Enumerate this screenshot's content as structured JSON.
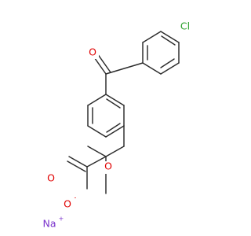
{
  "molecule": {
    "atoms": {
      "chlorine": {
        "text": "Cl",
        "color": "#2ca02c"
      },
      "ketone_oxygen": {
        "text": "O",
        "color": "#e00000"
      },
      "ether_oxygen": {
        "text": "O",
        "color": "#e00000"
      },
      "carbonyl_oxygen": {
        "text": "O",
        "color": "#e00000"
      },
      "anionic_oxygen": {
        "text": "O",
        "charge": "-",
        "color": "#e00000"
      },
      "sodium": {
        "text": "Na",
        "charge": "+",
        "color": "#7a33cc"
      }
    },
    "bond_color": "#2b2b2b"
  }
}
